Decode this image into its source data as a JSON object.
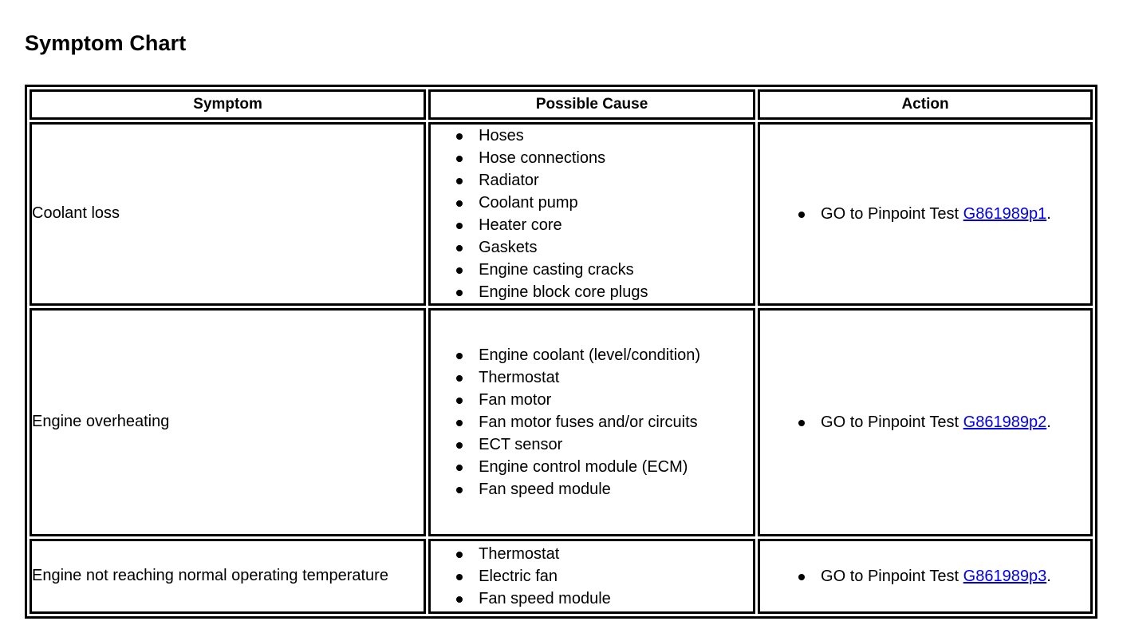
{
  "page": {
    "title": "Symptom Chart"
  },
  "table": {
    "headers": [
      "Symptom",
      "Possible Cause",
      "Action"
    ],
    "rows": [
      {
        "symptom": "Coolant loss",
        "causes": [
          "Hoses",
          "Hose connections",
          "Radiator",
          "Coolant pump",
          "Heater core",
          "Gaskets",
          "Engine casting cracks",
          "Engine block core plugs"
        ],
        "actions": [
          {
            "prefix": "GO to Pinpoint Test ",
            "link": "G861989p1",
            "suffix": "."
          }
        ]
      },
      {
        "symptom": "Engine overheating",
        "causes": [
          "Engine coolant (level/condition)",
          "Thermostat",
          "Fan motor",
          "Fan motor fuses and/or circuits",
          "ECT sensor",
          "Engine control module (ECM)",
          "Fan speed module"
        ],
        "actions": [
          {
            "prefix": "GO to Pinpoint Test ",
            "link": "G861989p2",
            "suffix": "."
          }
        ]
      },
      {
        "symptom": "Engine not reaching normal operating temperature",
        "causes": [
          "Thermostat",
          "Electric fan",
          "Fan speed module"
        ],
        "actions": [
          {
            "prefix": "GO to Pinpoint Test ",
            "link": "G861989p3",
            "suffix": "."
          }
        ]
      }
    ]
  },
  "colors": {
    "text": "#000000",
    "background": "#ffffff",
    "border": "#000000"
  }
}
